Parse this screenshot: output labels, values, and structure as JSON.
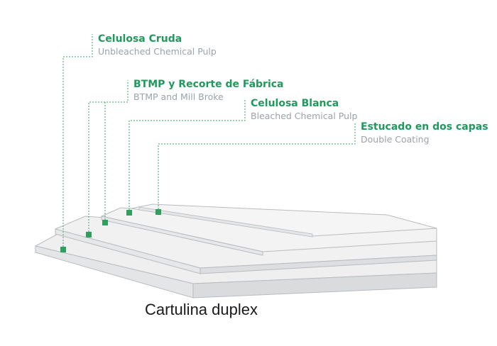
{
  "labels": [
    {
      "es": "Celulosa Cruda",
      "en": "Unbleached Chemical Pulp"
    },
    {
      "es": "BTMP y Recorte de Fábrica",
      "en": "BTMP and Mill Broke"
    },
    {
      "es": "Celulosa Blanca",
      "en": "Bleached Chemical Pulp"
    },
    {
      "es": "Estucado en dos capas",
      "en": "Double Coating"
    }
  ],
  "caption": "Cartulina duplex",
  "colors": {
    "accent": "#1f9a5c",
    "subtitle": "#9aa3aa",
    "layer_top": "#ececec",
    "layer_side": "#d9dbdd",
    "layer_edge": "#b8bcc0",
    "caption": "#1a1a1a"
  }
}
